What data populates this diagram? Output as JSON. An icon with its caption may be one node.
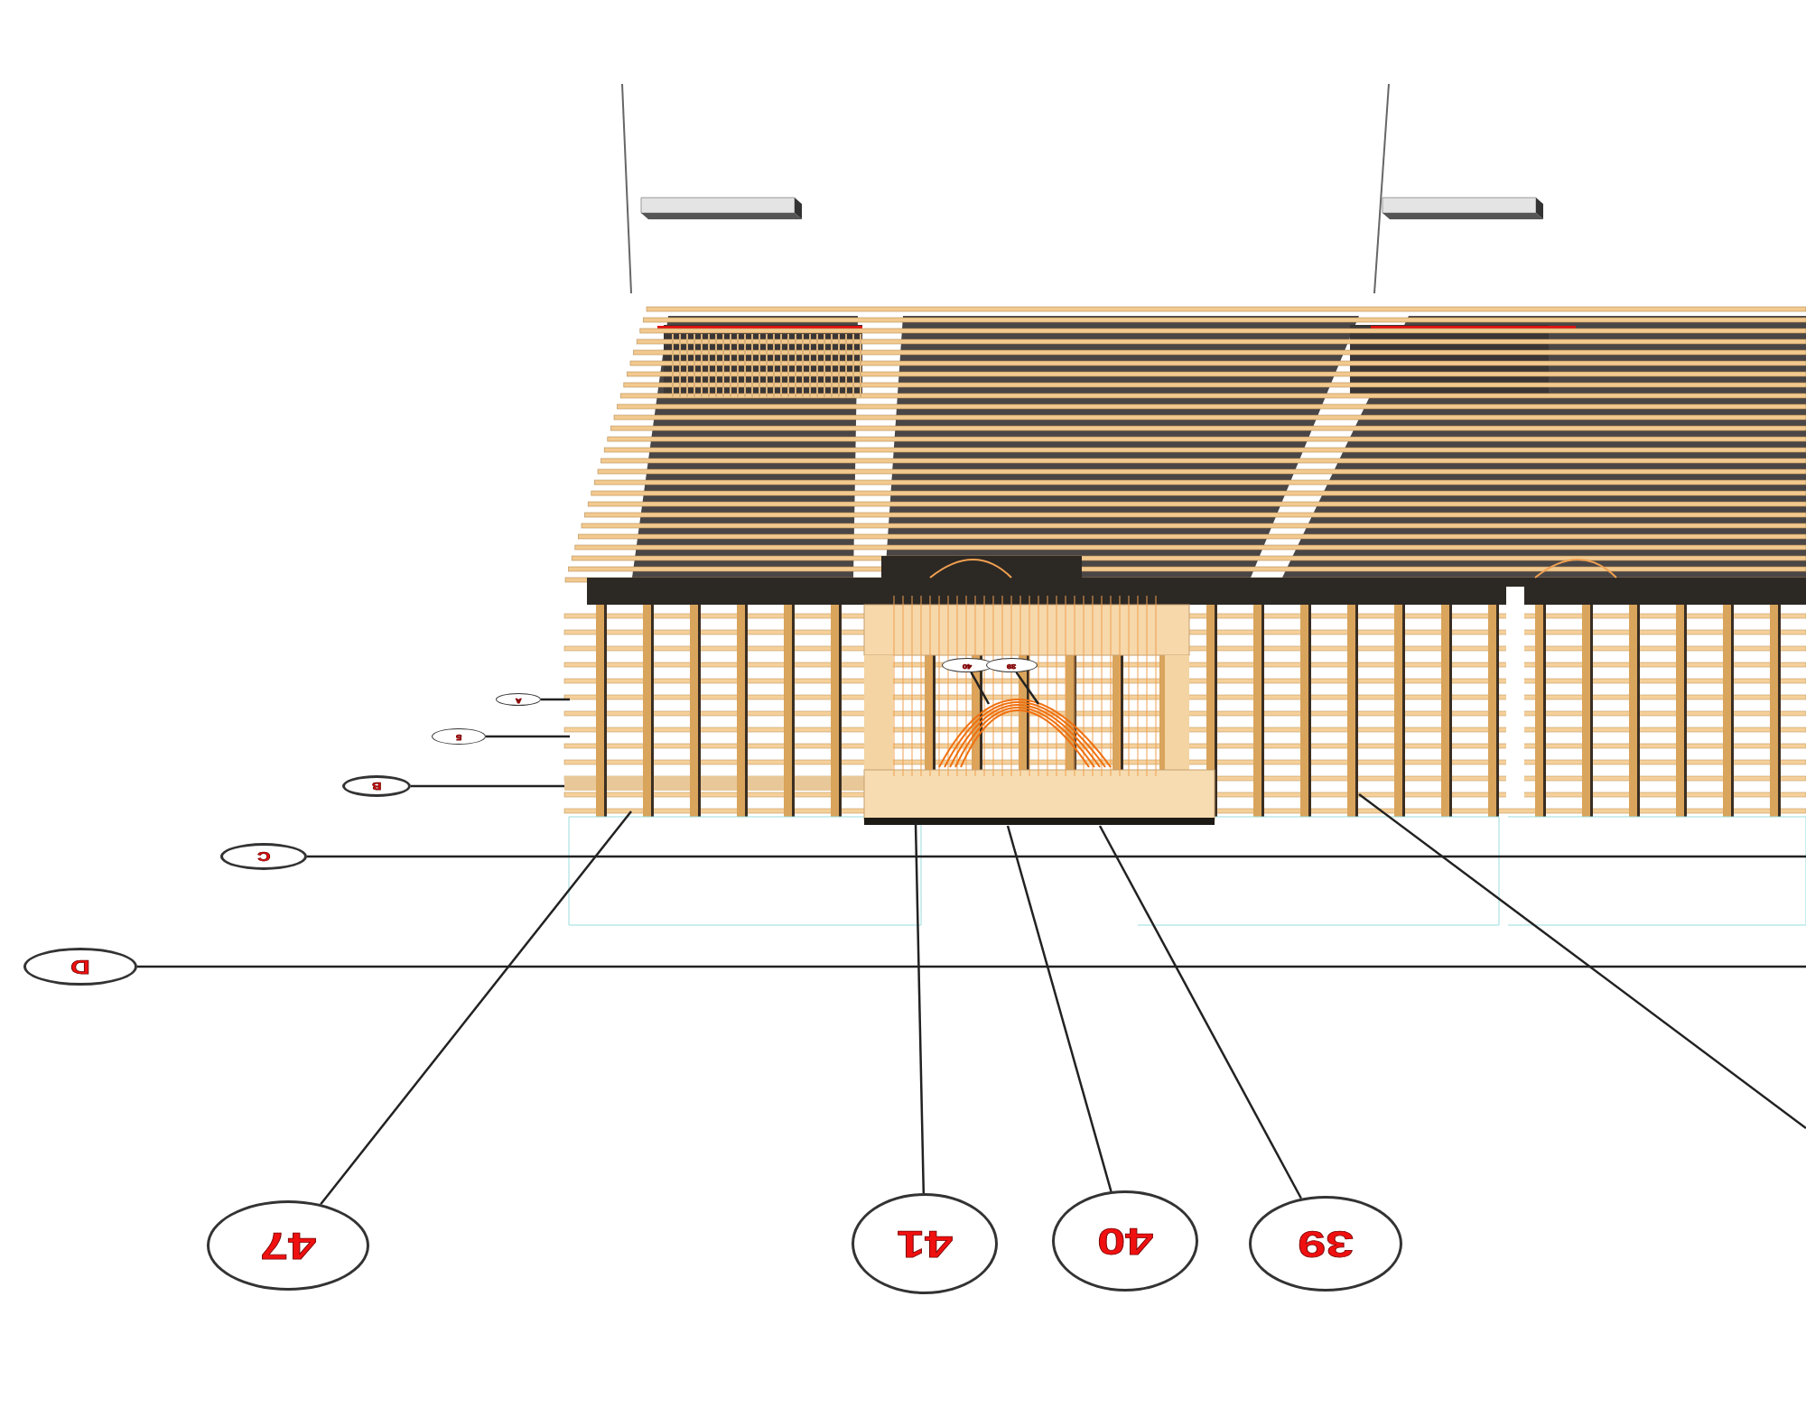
{
  "diagram": {
    "nodes": [
      {
        "text": [
          "40"
        ]
      },
      {
        "text": [
          "39"
        ]
      },
      {
        "text": [
          "A"
        ]
      },
      {
        "text": [
          "5"
        ]
      },
      {
        "text": [
          "B"
        ]
      },
      {
        "text": [
          "C"
        ]
      },
      {
        "text": [
          "D"
        ]
      },
      {
        "text": [
          "47"
        ]
      },
      {
        "text": [
          "41"
        ]
      },
      {
        "text": [
          "40"
        ]
      },
      {
        "text": [
          "39"
        ]
      }
    ],
    "edges": [
      {
        "from": 0,
        "to": null,
        "arrow": "none"
      },
      {
        "from": 1,
        "to": null,
        "arrow": "none"
      },
      {
        "from": 2,
        "to": null,
        "arrow": "none"
      },
      {
        "from": 3,
        "to": null,
        "arrow": "none"
      },
      {
        "from": 4,
        "to": null,
        "arrow": "none"
      },
      {
        "from": 5,
        "to": null,
        "arrow": "none"
      },
      {
        "from": 6,
        "to": null,
        "arrow": "none"
      },
      {
        "from": 7,
        "to": null,
        "arrow": "none"
      },
      {
        "from": 8,
        "to": null,
        "arrow": "none"
      },
      {
        "from": 9,
        "to": null,
        "arrow": "none"
      },
      {
        "from": 10,
        "to": null,
        "arrow": "none"
      }
    ]
  }
}
